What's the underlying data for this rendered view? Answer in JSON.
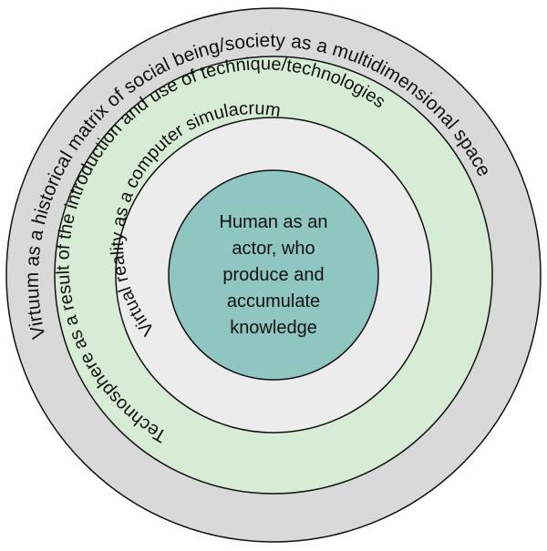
{
  "colors": {
    "outer_ring": "#d9d9d9",
    "techno_ring": "#d6ecd4",
    "virtual_ring": "#ececec",
    "core": "#8fc6c1",
    "stroke": "#111111"
  },
  "rings": {
    "outer": "Virtuum as a historical matrix of social being/society as a multidimensional space",
    "technosphere": "Technosphere as a result of the introduction and use of technique/technologies",
    "virtual_reality": "Virtual reality as a computer simulacrum"
  },
  "core": {
    "lines": [
      "Human as an",
      "actor, who",
      "produce and",
      "accumulate",
      "knowledge"
    ]
  }
}
